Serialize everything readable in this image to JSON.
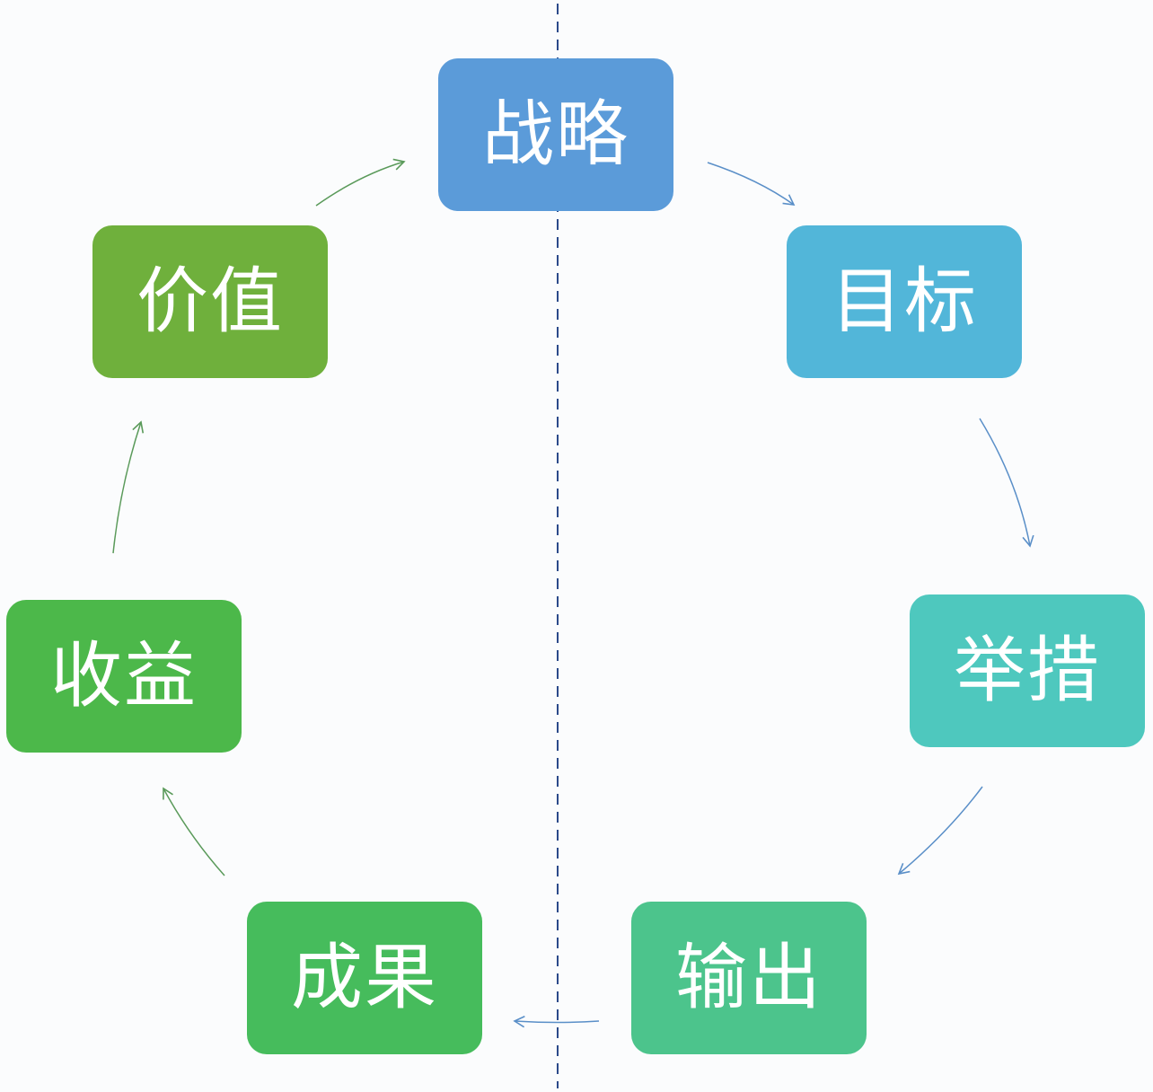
{
  "diagram": {
    "nodes": [
      {
        "id": "strategy",
        "label": "战略",
        "color": "#5b9bd9"
      },
      {
        "id": "goal",
        "label": "目标",
        "color": "#52b6d9"
      },
      {
        "id": "measure",
        "label": "举措",
        "color": "#4ec8be"
      },
      {
        "id": "output",
        "label": "输出",
        "color": "#4cc48c"
      },
      {
        "id": "result",
        "label": "成果",
        "color": "#46bc5c"
      },
      {
        "id": "revenue",
        "label": "收益",
        "color": "#4cb84a"
      },
      {
        "id": "value",
        "label": "价值",
        "color": "#6fb03c"
      }
    ],
    "edges": [
      {
        "from": "strategy",
        "to": "goal"
      },
      {
        "from": "goal",
        "to": "measure"
      },
      {
        "from": "measure",
        "to": "output"
      },
      {
        "from": "output",
        "to": "result"
      },
      {
        "from": "result",
        "to": "revenue"
      },
      {
        "from": "revenue",
        "to": "value"
      },
      {
        "from": "value",
        "to": "strategy"
      }
    ],
    "divider": {
      "style": "dashed",
      "color": "#2b4a8a"
    },
    "arrow_colors": {
      "right_side": "#5a8fc8",
      "left_side": "#5a9a5a"
    }
  }
}
